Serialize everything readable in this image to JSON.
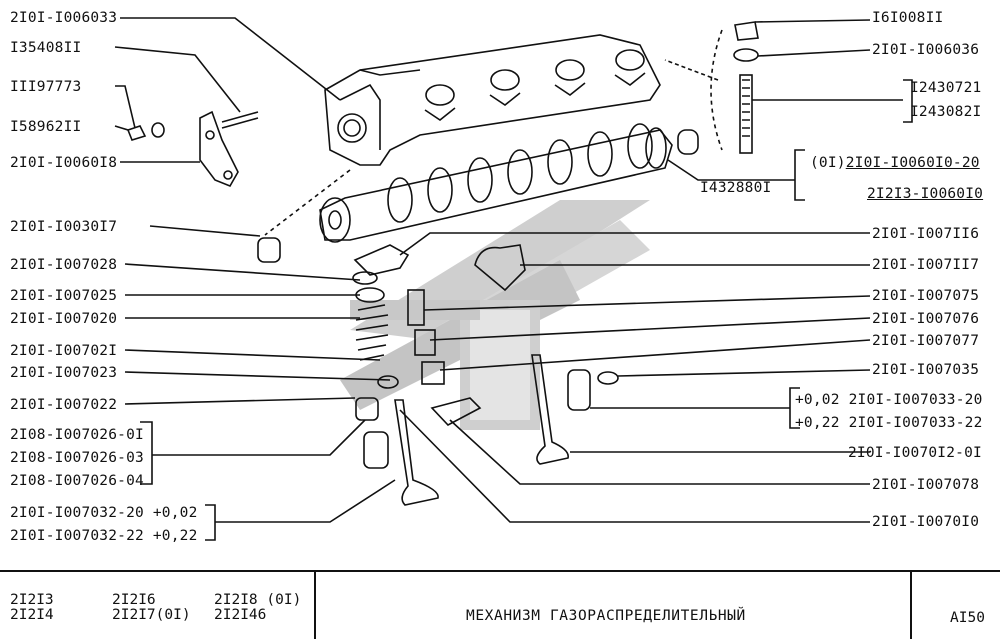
{
  "labels_left": [
    {
      "id": "l1",
      "text": "2I0I-I006033"
    },
    {
      "id": "l2",
      "text": "I35408II"
    },
    {
      "id": "l3",
      "text": "III97773"
    },
    {
      "id": "l4",
      "text": "I58962II"
    },
    {
      "id": "l5",
      "text": "2I0I-I0060I8"
    },
    {
      "id": "l6",
      "text": "2I0I-I0030I7"
    },
    {
      "id": "l7",
      "text": "2I0I-I007028"
    },
    {
      "id": "l8",
      "text": "2I0I-I007025"
    },
    {
      "id": "l9",
      "text": "2I0I-I007020"
    },
    {
      "id": "l10",
      "text": "2I0I-I00702I"
    },
    {
      "id": "l11",
      "text": "2I0I-I007023"
    },
    {
      "id": "l12",
      "text": "2I0I-I007022"
    },
    {
      "id": "l13",
      "text": "2I08-I007026-0I"
    },
    {
      "id": "l14",
      "text": "2I08-I007026-03"
    },
    {
      "id": "l15",
      "text": "2I08-I007026-04"
    },
    {
      "id": "l16",
      "text": "2I0I-I007032-20 +0,02"
    },
    {
      "id": "l17",
      "text": "2I0I-I007032-22 +0,22"
    }
  ],
  "labels_right": [
    {
      "id": "r1",
      "text": "I6I008II"
    },
    {
      "id": "r2",
      "text": "2I0I-I006036"
    },
    {
      "id": "r3",
      "text": "I2430721"
    },
    {
      "id": "r4",
      "text": "I243082I"
    },
    {
      "id": "r5a",
      "text": "(0I)"
    },
    {
      "id": "r5b",
      "text": "2I0I-I0060I0-20"
    },
    {
      "id": "r6",
      "text": "I432880I"
    },
    {
      "id": "r7",
      "text": "2I2I3-I0060I0"
    },
    {
      "id": "r8",
      "text": "2I0I-I007II6"
    },
    {
      "id": "r9",
      "text": "2I0I-I007II7"
    },
    {
      "id": "r10",
      "text": "2I0I-I007075"
    },
    {
      "id": "r11",
      "text": "2I0I-I007076"
    },
    {
      "id": "r12",
      "text": "2I0I-I007077"
    },
    {
      "id": "r13",
      "text": "2I0I-I007035"
    },
    {
      "id": "r14",
      "text": "+0,02 2I0I-I007033-20"
    },
    {
      "id": "r15",
      "text": "+0,22 2I0I-I007033-22"
    },
    {
      "id": "r16",
      "text": "2I0I-I0070I2-0I"
    },
    {
      "id": "r17",
      "text": "2I0I-I007078"
    },
    {
      "id": "r18",
      "text": "2I0I-I0070I0"
    }
  ],
  "footer": {
    "models": [
      "2I2I3",
      "2I2I4",
      "2I2I6",
      "2I2I7(0I)",
      "2I2I8 (0I)",
      "2I2I46"
    ],
    "title": "МЕХАНИЗМ  ГАЗОРАСПРЕДЕЛИТЕЛЬНЫЙ",
    "code": "AI50"
  },
  "colors": {
    "ink": "#111111",
    "watermark": "#c8c8c8",
    "watermark_dark": "#a8a8a8"
  }
}
